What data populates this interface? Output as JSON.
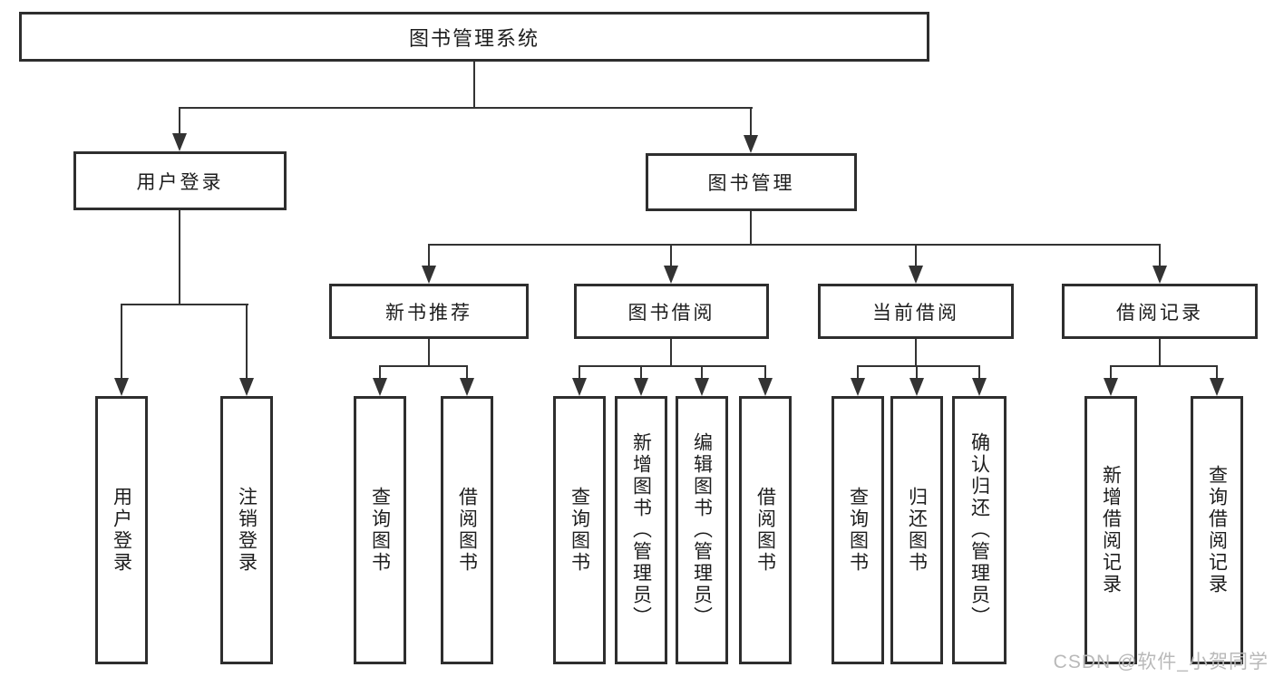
{
  "diagram": {
    "root": {
      "label": "图书管理系统"
    },
    "level2": [
      {
        "label": "用户登录"
      },
      {
        "label": "图书管理"
      }
    ],
    "user_children": [
      "用户登录",
      "注销登录"
    ],
    "modules": [
      {
        "label": "新书推荐",
        "children": [
          "查询图书",
          "借阅图书"
        ]
      },
      {
        "label": "图书借阅",
        "children": [
          "查询图书",
          "新增图书（管理员）",
          "编辑图书（管理员）",
          "借阅图书"
        ]
      },
      {
        "label": "当前借阅",
        "children": [
          "查询图书",
          "归还图书",
          "确认归还（管理员）"
        ]
      },
      {
        "label": "借阅记录",
        "children": [
          "新增借阅记录",
          "查询借阅记录"
        ]
      }
    ]
  },
  "watermark": {
    "text": "CSDN @软件_小贺同学",
    "color": "#b9b9b9"
  },
  "colors": {
    "line": "#333333",
    "border": "#2e2e2e",
    "text": "#1d1d1d",
    "background": "#ffffff"
  }
}
